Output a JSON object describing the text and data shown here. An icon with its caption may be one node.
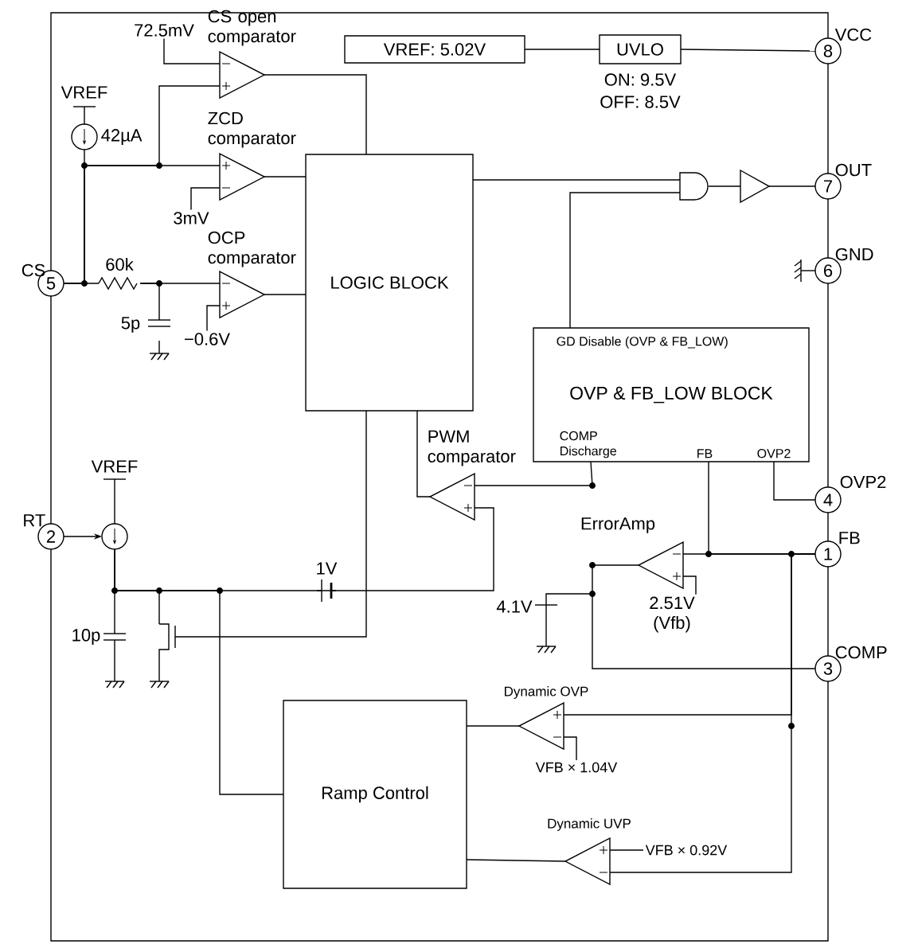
{
  "diagram": {
    "nodes": [
      {
        "text": [
          "VREF: 5.02V"
        ]
      },
      {
        "text": [
          "UVLO"
        ],
        "beside": [
          "ON: 9.5V",
          "OFF: 8.5V"
        ]
      },
      {
        "text": [
          "8"
        ],
        "beside": [
          "VCC"
        ]
      },
      {
        "text": [
          "CS open comparator"
        ]
      },
      {
        "text": [
          "ZCD comparator"
        ]
      },
      {
        "text": [
          "OCP comparator"
        ]
      },
      {
        "text": [
          "LOGIC BLOCK"
        ]
      },
      {
        "text": [],
        "shape": "gate"
      },
      {
        "text": [],
        "shape": "triangle"
      },
      {
        "text": [
          "7"
        ],
        "beside": [
          "OUT"
        ]
      },
      {
        "text": [
          "6"
        ],
        "beside": [
          "GND"
        ]
      },
      {
        "text": [
          "5"
        ],
        "beside": [
          "CS"
        ]
      },
      {
        "text": [
          "GD Disable (OVP & FB_LOW)",
          "OVP & FB_LOW BLOCK",
          "COMP Discharge",
          "FB",
          "OVP2"
        ]
      },
      {
        "text": [
          "PWM comparator"
        ]
      },
      {
        "text": [
          "4"
        ],
        "beside": [
          "OVP2"
        ]
      },
      {
        "text": [
          "ErrorAmp"
        ]
      },
      {
        "text": [
          "1"
        ],
        "beside": [
          "FB"
        ]
      },
      {
        "text": [
          "3"
        ],
        "beside": [
          "COMP"
        ]
      },
      {
        "text": [
          "2"
        ],
        "beside": [
          "RT"
        ]
      },
      {
        "text": [
          "Ramp Control"
        ]
      },
      {
        "text": [
          "Dynamic OVP"
        ]
      },
      {
        "text": [
          "Dynamic UVP"
        ]
      },
      {
        "text": [],
        "shape": "circle",
        "beside": [
          "42µA"
        ]
      },
      {
        "text": [],
        "shape": "circle"
      },
      {
        "text": [],
        "shape": "transistor"
      },
      {
        "text": [
          "72.5mV"
        ]
      },
      {
        "text": [
          "3mV"
        ]
      },
      {
        "text": [
          "−0.6V"
        ]
      },
      {
        "text": [
          "2.51V (Vfb)"
        ]
      },
      {
        "text": [
          "VFB × 1.04V"
        ]
      },
      {
        "text": [
          "VFB × 0.92V"
        ]
      },
      {
        "text": [
          "60k"
        ]
      },
      {
        "text": [
          "5p"
        ]
      }
    ],
    "edges": [
      {
        "from": 0,
        "to": 1,
        "arrow": "none"
      },
      {
        "from": 1,
        "to": 2,
        "arrow": "none"
      },
      {
        "from": 3,
        "to": 6,
        "arrow": "none"
      },
      {
        "from": 4,
        "to": 6,
        "arrow": "none"
      },
      {
        "from": 5,
        "to": 6,
        "arrow": "none"
      },
      {
        "from": 6,
        "to": 7,
        "arrow": "none"
      },
      {
        "from": 7,
        "to": 8,
        "arrow": "none"
      },
      {
        "from": 8,
        "to": 9,
        "arrow": "none"
      },
      {
        "from": 12,
        "to": 7,
        "arrow": "none"
      },
      {
        "from": 11,
        "to": 31,
        "arrow": "none"
      },
      {
        "from": 11,
        "to": 4,
        "arrow": "none"
      },
      {
        "from": 11,
        "to": 3,
        "arrow": "none"
      },
      {
        "from": 22,
        "to": 11,
        "arrow": "none"
      },
      {
        "from": 13,
        "to": 6,
        "arrow": "none"
      },
      {
        "from": 12,
        "to": 14,
        "arrow": "none"
      },
      {
        "from": 12,
        "to": 16,
        "arrow": "none"
      },
      {
        "from": 15,
        "to": 16,
        "arrow": "none"
      },
      {
        "from": 15,
        "to": 17,
        "arrow": "none"
      },
      {
        "from": 12,
        "to": 13,
        "arrow": "none"
      },
      {
        "from": 18,
        "to": 23,
        "arrow": "to"
      },
      {
        "from": 23,
        "to": 13,
        "arrow": "none"
      },
      {
        "from": 23,
        "to": 19,
        "arrow": "none"
      },
      {
        "from": 19,
        "to": 20,
        "arrow": "none"
      },
      {
        "from": 19,
        "to": 21,
        "arrow": "none"
      },
      {
        "from": 16,
        "to": 20,
        "arrow": "none"
      },
      {
        "from": 16,
        "to": 21,
        "arrow": "none"
      },
      {
        "from": 6,
        "to": 24,
        "arrow": "none"
      },
      {
        "from": 23,
        "to": 24,
        "arrow": "none"
      },
      {
        "from": 25,
        "to": 3,
        "arrow": "none"
      },
      {
        "from": 26,
        "to": 4,
        "arrow": "none"
      },
      {
        "from": 27,
        "to": 5,
        "arrow": "none"
      },
      {
        "from": 28,
        "to": 15,
        "arrow": "none"
      },
      {
        "from": 29,
        "to": 20,
        "arrow": "none"
      },
      {
        "from": 30,
        "to": 21,
        "arrow": "none"
      },
      {
        "from": 31,
        "to": 5,
        "arrow": "none"
      },
      {
        "from": 31,
        "to": 32,
        "arrow": "none"
      }
    ],
    "labels": [
      "VREF",
      "VREF",
      "1V",
      "10p",
      "4.1V"
    ]
  }
}
